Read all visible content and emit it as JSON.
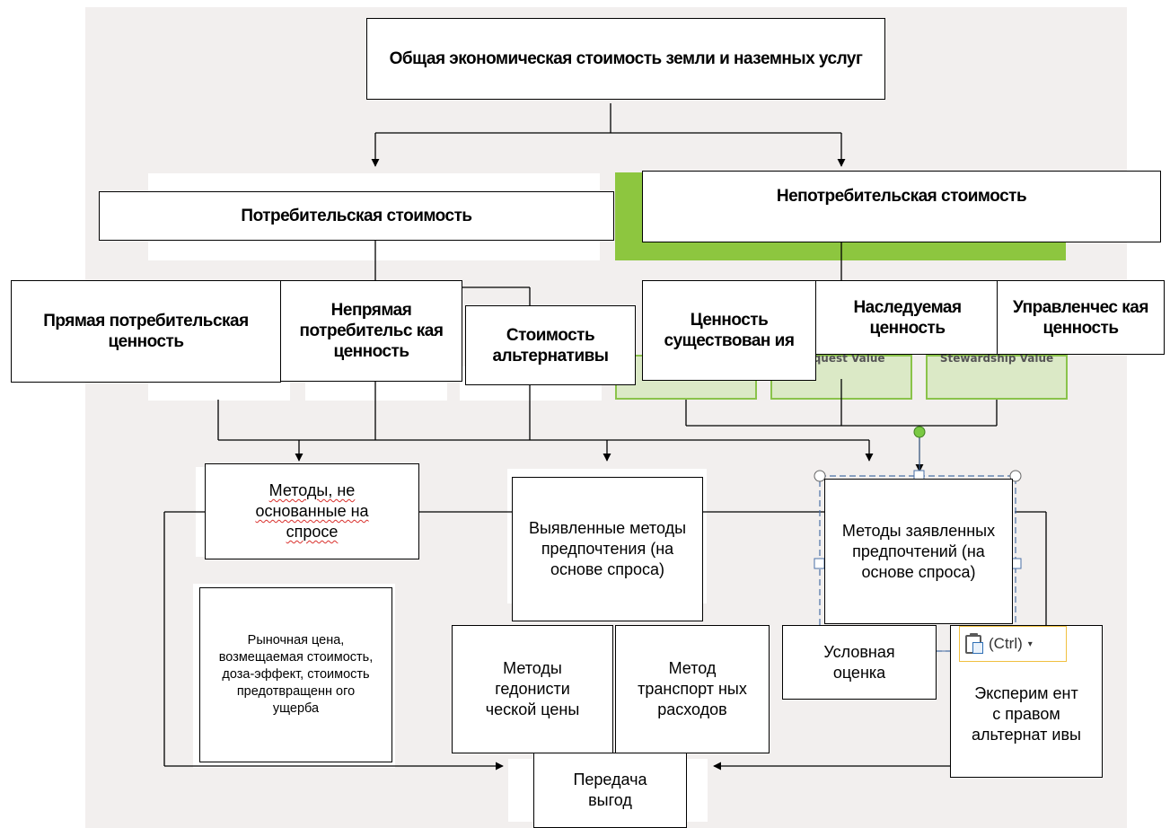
{
  "boxes": {
    "top": "Общая экономическая стоимость земли и наземных услуг",
    "use_value": "Потребительская стоимость",
    "nonuse_value": "Непотребительская стоимость",
    "direct_use": "Прямая потребительская ценность",
    "indirect_use": "Непрямая потребительс кая ценность",
    "option_value": "Стоимость альтернативы",
    "existence_value": "Ценность существован ия",
    "bequest_value": "Наследуемая ценность",
    "stewardship_value": "Управленчес кая ценность",
    "non_demand_methods": "Методы, не основанные на спросе",
    "revealed_pref": "Выявленные методы предпочтения (на основе спроса)",
    "stated_pref": "Методы заявленных предпочтений (на основе спроса)",
    "market_price": "Рыночная цена, возмещаемая стоимость, доза-эффект, стоимость предотвращенн ого ущерба",
    "hedonic": "Методы гедонисти ческой цены",
    "travel_cost": "Метод транспорт ных расходов",
    "contingent": "Условная оценка",
    "choice_exp": "Эксперим ент с правом альтернат ивы",
    "benefit_transfer": "Передача выгод"
  },
  "background_labels": {
    "bequest_en": "Bequest Value",
    "stewardship_en": "Stewardship Value"
  },
  "paste_button": {
    "label": "(Ctrl)",
    "caret": "▾",
    "icon": "clipboard-paste-icon"
  },
  "colors": {
    "green_header": "#8dc63f",
    "green_panel": "#dbe9c6",
    "selection_outline": "#4a6fa5"
  }
}
